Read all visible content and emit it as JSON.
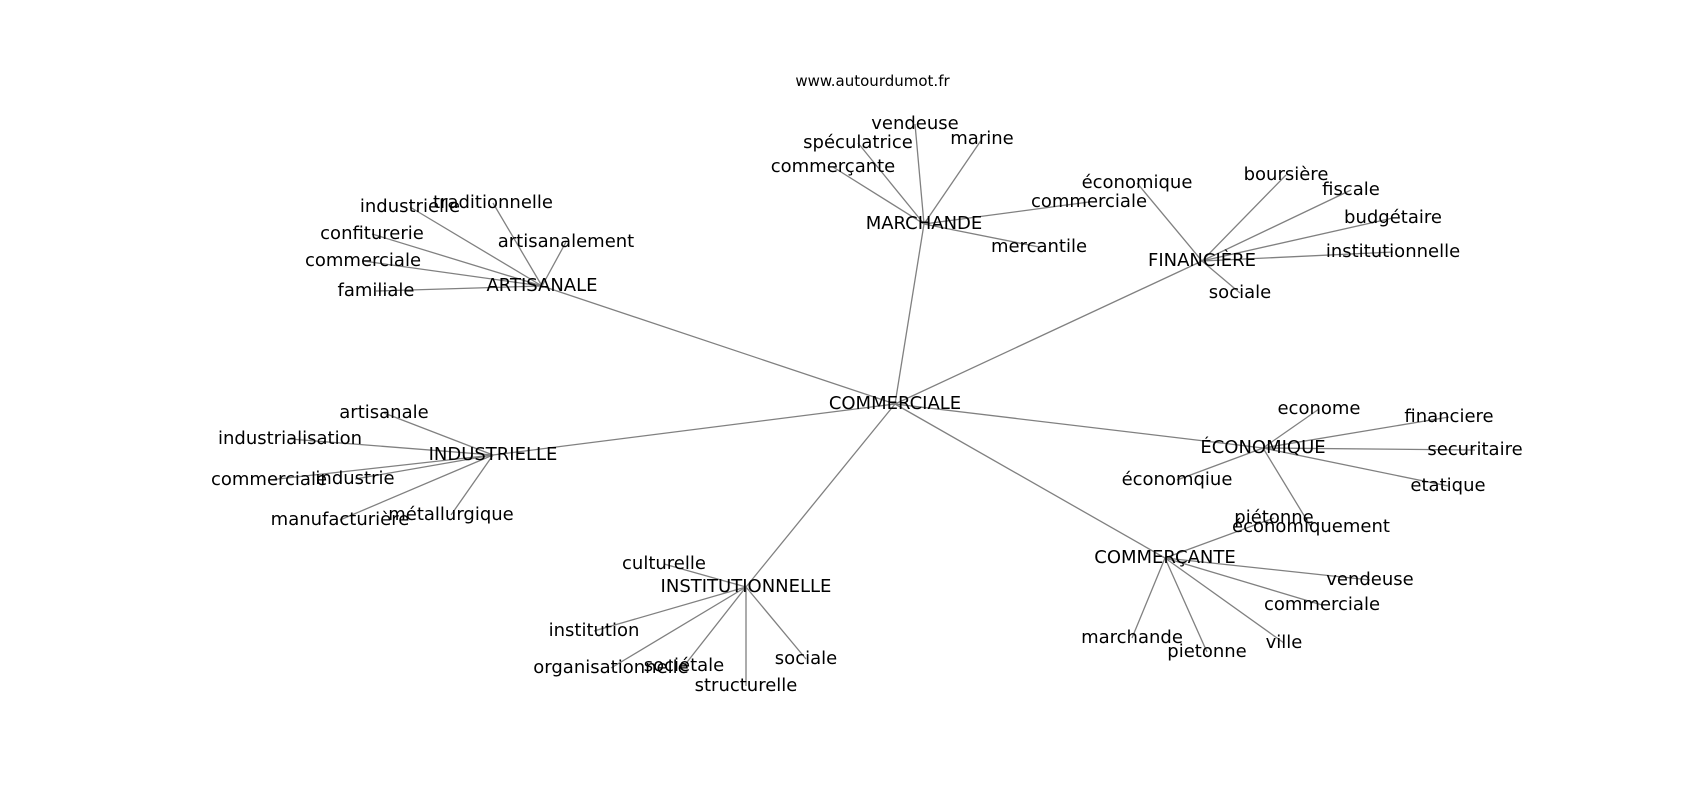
{
  "caption": "www.autourdumot.fr",
  "root": "COMMERCIALE",
  "groups": [
    {
      "label": "ARTISANALE",
      "words": [
        "traditionnelle",
        "industrielle",
        "confiturerie",
        "commerciale",
        "familiale",
        "artisanalement"
      ]
    },
    {
      "label": "MARCHANDE",
      "words": [
        "vendeuse",
        "spéculatrice",
        "marine",
        "commerçante",
        "commerciale",
        "mercantile"
      ]
    },
    {
      "label": "FINANCIÈRE",
      "words": [
        "économique",
        "boursière",
        "fiscale",
        "budgétaire",
        "institutionnelle",
        "sociale"
      ]
    },
    {
      "label": "INDUSTRIELLE",
      "words": [
        "artisanale",
        "industrialisation",
        "commerciale",
        "industrie",
        "manufacturière",
        "métallurgique"
      ]
    },
    {
      "label": "ÉCONOMIQUE",
      "words": [
        "econome",
        "financiere",
        "securitaire",
        "etatique",
        "économqiue",
        "économiquement"
      ]
    },
    {
      "label": "INSTITUTIONNELLE",
      "words": [
        "culturelle",
        "institution",
        "organisationnelle",
        "sociétale",
        "structurelle",
        "sociale"
      ]
    },
    {
      "label": "COMMERÇANTE",
      "words": [
        "piétonne",
        "vendeuse",
        "commerciale",
        "ville",
        "pietonne",
        "marchande"
      ]
    }
  ]
}
